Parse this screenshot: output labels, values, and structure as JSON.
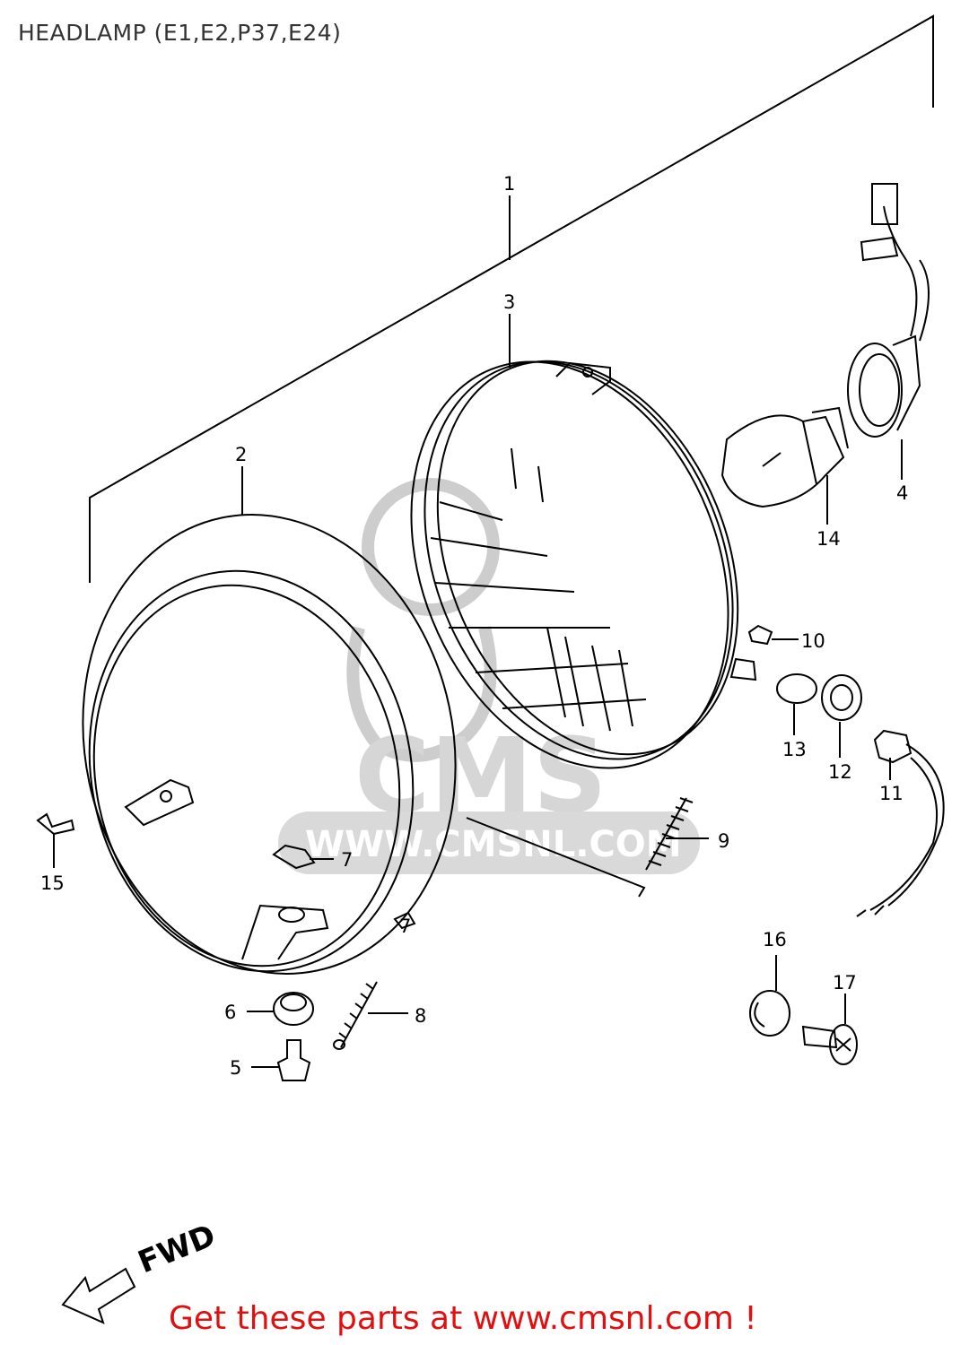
{
  "title": "HEADLAMP (E1,E2,P37,E24)",
  "footer": "Get these parts at www.cmsnl.com !",
  "fwd_label": "FWD",
  "watermark": {
    "logo_text": "CMS",
    "url_text": "WWW.CMSNL.COM"
  },
  "callouts": [
    {
      "id": "1",
      "label": "1"
    },
    {
      "id": "2",
      "label": "2"
    },
    {
      "id": "3",
      "label": "3"
    },
    {
      "id": "4",
      "label": "4"
    },
    {
      "id": "5",
      "label": "5"
    },
    {
      "id": "6",
      "label": "6"
    },
    {
      "id": "7a",
      "label": "7"
    },
    {
      "id": "7b",
      "label": "7"
    },
    {
      "id": "8",
      "label": "8"
    },
    {
      "id": "9",
      "label": "9"
    },
    {
      "id": "10",
      "label": "10"
    },
    {
      "id": "11",
      "label": "11"
    },
    {
      "id": "12",
      "label": "12"
    },
    {
      "id": "13",
      "label": "13"
    },
    {
      "id": "14",
      "label": "14"
    },
    {
      "id": "15",
      "label": "15"
    },
    {
      "id": "16",
      "label": "16"
    },
    {
      "id": "17",
      "label": "17"
    }
  ],
  "colors": {
    "footer": "#e01010",
    "title": "#333333",
    "line": "#000000",
    "watermark": "#c8c8c8"
  }
}
